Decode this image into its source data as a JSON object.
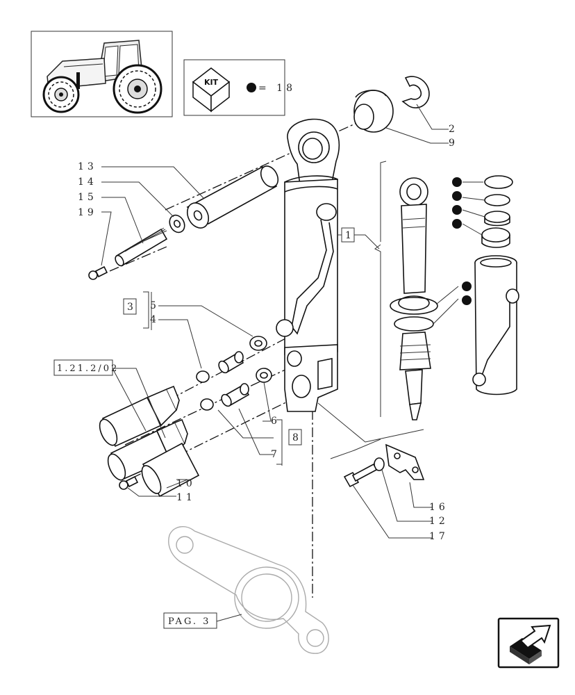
{
  "kit": {
    "word": "KIT",
    "equals": "= 18"
  },
  "refs": {
    "assembly": "1",
    "seals": "3",
    "hydraulic": "1.21.2/02",
    "fittings": "8",
    "page": "PAG. 3"
  },
  "callouts": {
    "c2": "2",
    "c9": "9",
    "c13": "13",
    "c14": "14",
    "c15": "15",
    "c19": "19",
    "c5": "5",
    "c4": "4",
    "c6": "6",
    "c7": "7",
    "c10": "10",
    "c11": "11",
    "c16": "16",
    "c12": "12",
    "c17": "17"
  },
  "nav": {
    "icon": "next-page-arrow-icon"
  }
}
